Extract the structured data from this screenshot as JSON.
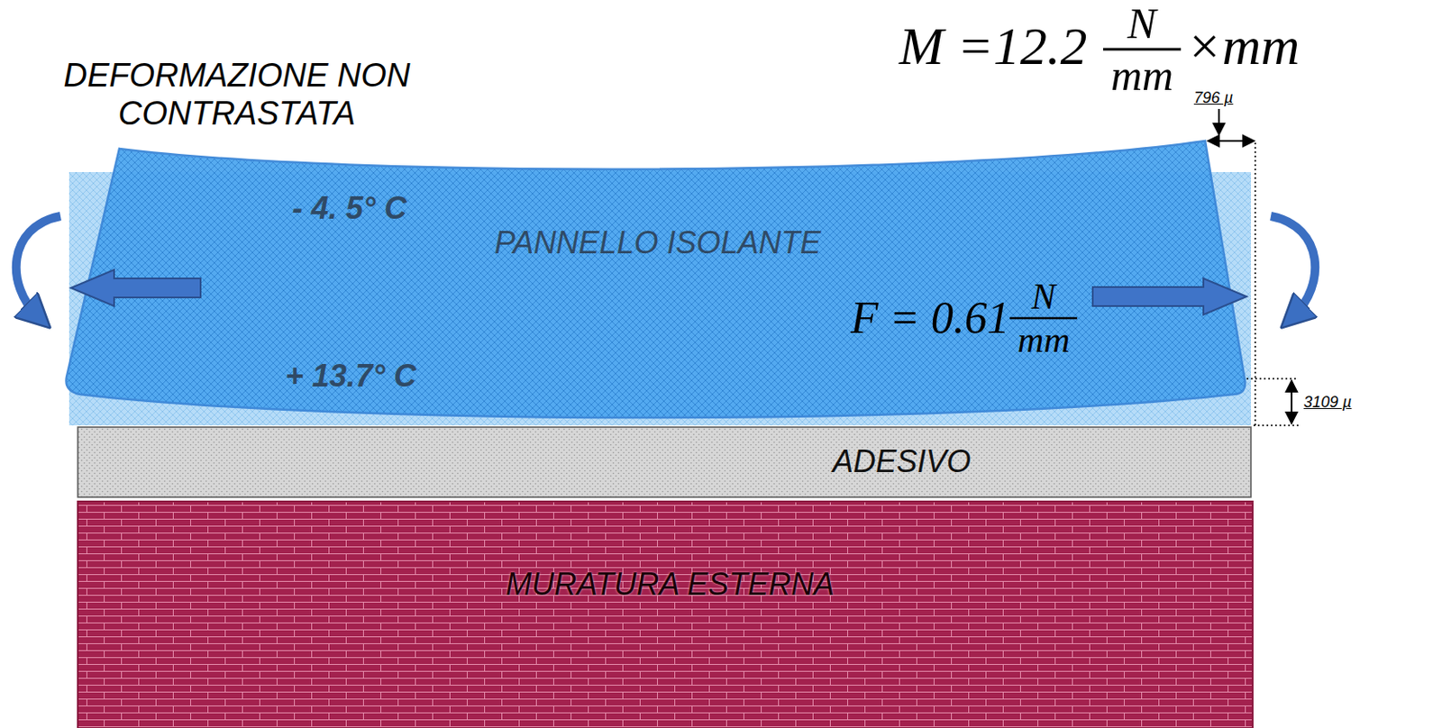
{
  "diagram": {
    "nodes": [
      {
        "text": [
          "- 4. 5° C",
          "PANNELLO ISOLANTE",
          "+ 13.7° C"
        ]
      },
      {
        "text": [
          "ADESIVO"
        ]
      },
      {
        "text": [
          "MURATURA ESTERNA"
        ]
      }
    ],
    "labels": [
      "DEFORMAZIONE NON CONTRASTATA",
      "M =12.2",
      "N",
      "mm",
      "×mm",
      "F = 0.61",
      "N",
      "mm",
      "796 µ",
      "3109 µ"
    ]
  }
}
